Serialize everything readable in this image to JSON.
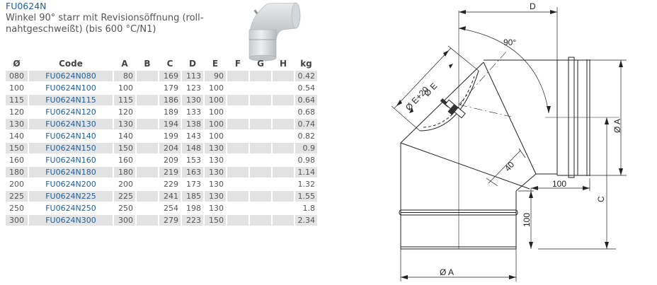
{
  "product": {
    "code": "FU0624N",
    "description": "Winkel 90° starr mit Revisionsöffnung (roll-nahtgeschweißt) (bis 600 °C/N1)"
  },
  "table": {
    "headers": [
      "Ø",
      "Code",
      "A",
      "B",
      "C",
      "D",
      "E",
      "F",
      "G",
      "H",
      "kg"
    ],
    "rows": [
      {
        "dia": "080",
        "code": "FU0624N080",
        "A": "80",
        "B": "",
        "C": "169",
        "D": "113",
        "E": "90",
        "F": "",
        "G": "",
        "H": "",
        "kg": "0.42"
      },
      {
        "dia": "100",
        "code": "FU0624N100",
        "A": "100",
        "B": "",
        "C": "179",
        "D": "123",
        "E": "100",
        "F": "",
        "G": "",
        "H": "",
        "kg": "0.54"
      },
      {
        "dia": "115",
        "code": "FU0624N115",
        "A": "115",
        "B": "",
        "C": "186",
        "D": "130",
        "E": "100",
        "F": "",
        "G": "",
        "H": "",
        "kg": "0.64"
      },
      {
        "dia": "120",
        "code": "FU0624N120",
        "A": "120",
        "B": "",
        "C": "189",
        "D": "133",
        "E": "100",
        "F": "",
        "G": "",
        "H": "",
        "kg": "0.68"
      },
      {
        "dia": "130",
        "code": "FU0624N130",
        "A": "130",
        "B": "",
        "C": "194",
        "D": "138",
        "E": "100",
        "F": "",
        "G": "",
        "H": "",
        "kg": "0.74"
      },
      {
        "dia": "140",
        "code": "FU0624N140",
        "A": "140",
        "B": "",
        "C": "199",
        "D": "143",
        "E": "100",
        "F": "",
        "G": "",
        "H": "",
        "kg": "0.82"
      },
      {
        "dia": "150",
        "code": "FU0624N150",
        "A": "150",
        "B": "",
        "C": "204",
        "D": "148",
        "E": "130",
        "F": "",
        "G": "",
        "H": "",
        "kg": "0.9"
      },
      {
        "dia": "160",
        "code": "FU0624N160",
        "A": "160",
        "B": "",
        "C": "209",
        "D": "153",
        "E": "130",
        "F": "",
        "G": "",
        "H": "",
        "kg": "0.98"
      },
      {
        "dia": "180",
        "code": "FU0624N180",
        "A": "180",
        "B": "",
        "C": "219",
        "D": "163",
        "E": "130",
        "F": "",
        "G": "",
        "H": "",
        "kg": "1.14"
      },
      {
        "dia": "200",
        "code": "FU0624N200",
        "A": "200",
        "B": "",
        "C": "229",
        "D": "173",
        "E": "130",
        "F": "",
        "G": "",
        "H": "",
        "kg": "1.32"
      },
      {
        "dia": "225",
        "code": "FU0624N225",
        "A": "225",
        "B": "",
        "C": "241",
        "D": "185",
        "E": "130",
        "F": "",
        "G": "",
        "H": "",
        "kg": "1.55"
      },
      {
        "dia": "250",
        "code": "FU0624N250",
        "A": "250",
        "B": "",
        "C": "254",
        "D": "198",
        "E": "130",
        "F": "",
        "G": "",
        "H": "",
        "kg": "1.8"
      },
      {
        "dia": "300",
        "code": "FU0624N300",
        "A": "300",
        "B": "",
        "C": "279",
        "D": "223",
        "E": "150",
        "F": "",
        "G": "",
        "H": "",
        "kg": "2.34"
      }
    ]
  },
  "drawing": {
    "labels": {
      "D": "D",
      "angle": "90°",
      "dia_e20": "Ø E+20",
      "dia_e": "Ø E",
      "dia_a_right": "Ø A",
      "dia_a_bottom": "Ø A",
      "dim_40": "40",
      "dim_100_h": "100",
      "dim_100_v": "100",
      "C": "C"
    }
  },
  "colors": {
    "link": "#1f5f9a",
    "row_shade": "#e3e3e3",
    "text": "#555555"
  }
}
